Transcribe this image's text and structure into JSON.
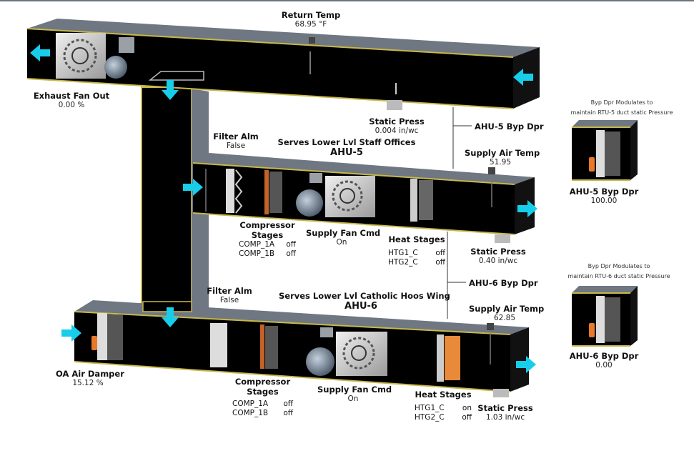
{
  "colors": {
    "duct_top": "#6f7782",
    "duct_face": "#000000",
    "duct_edge": "#c8b84a",
    "airflow_arrow": "#18cdea",
    "damper_actuator": "#e8782a",
    "coil_heat": "#e88a3a"
  },
  "return_duct": {
    "return_temp": {
      "label": "Return Temp",
      "value": "68.95 °F"
    },
    "exhaust_fan": {
      "label": "Exhaust Fan Out",
      "value": "0.00 %"
    },
    "static_press": {
      "label": "Static Press",
      "value": "0.004 in/wc"
    }
  },
  "ahu5": {
    "serves": "Serves Lower Lvl Staff Offices",
    "name": "AHU-5",
    "filter_alm": {
      "label": "Filter Alm",
      "value": "False"
    },
    "compressor": {
      "label_line1": "Compressor",
      "label_line2": "Stages",
      "stages": [
        {
          "name": "COMP_1A",
          "state": "off"
        },
        {
          "name": "COMP_1B",
          "state": "off"
        }
      ]
    },
    "supply_fan": {
      "label": "Supply Fan Cmd",
      "value": "On"
    },
    "heat": {
      "label": "Heat Stages",
      "stages": [
        {
          "name": "HTG1_C",
          "state": "off"
        },
        {
          "name": "HTG2_C",
          "state": "off"
        }
      ]
    },
    "supply_air_temp": {
      "label": "Supply Air Temp",
      "value": "51.95"
    },
    "static_press": {
      "label": "Static Press",
      "value": "0.40 in/wc"
    },
    "byp_dpr_leader": "AHU-5 Byp Dpr"
  },
  "ahu6": {
    "serves": "Serves Lower Lvl Catholic Hoos Wing",
    "name": "AHU-6",
    "filter_alm": {
      "label": "Filter Alm",
      "value": "False"
    },
    "oa_damper": {
      "label": "OA Air Damper",
      "value": "15.12 %"
    },
    "compressor": {
      "label_line1": "Compressor",
      "label_line2": "Stages",
      "stages": [
        {
          "name": "COMP_1A",
          "state": "off"
        },
        {
          "name": "COMP_1B",
          "state": "off"
        }
      ]
    },
    "supply_fan": {
      "label": "Supply Fan Cmd",
      "value": "On"
    },
    "heat": {
      "label": "Heat Stages",
      "stages": [
        {
          "name": "HTG1_C",
          "state": "on"
        },
        {
          "name": "HTG2_C",
          "state": "off"
        }
      ]
    },
    "supply_air_temp": {
      "label": "Supply Air Temp",
      "value": "62.85"
    },
    "static_press": {
      "label": "Static Press",
      "value": "1.03 in/wc"
    },
    "byp_dpr_leader": "AHU-6 Byp Dpr"
  },
  "bypass_panels": [
    {
      "note_line1": "Byp Dpr Modulates to",
      "note_line2": "maintain RTU-5 duct static Pressure",
      "label": "AHU-5 Byp Dpr",
      "value": "100.00"
    },
    {
      "note_line1": "Byp Dpr Modulates to",
      "note_line2": "maintain RTU-6 duct static Pressure",
      "label": "AHU-6 Byp Dpr",
      "value": "0.00"
    }
  ]
}
